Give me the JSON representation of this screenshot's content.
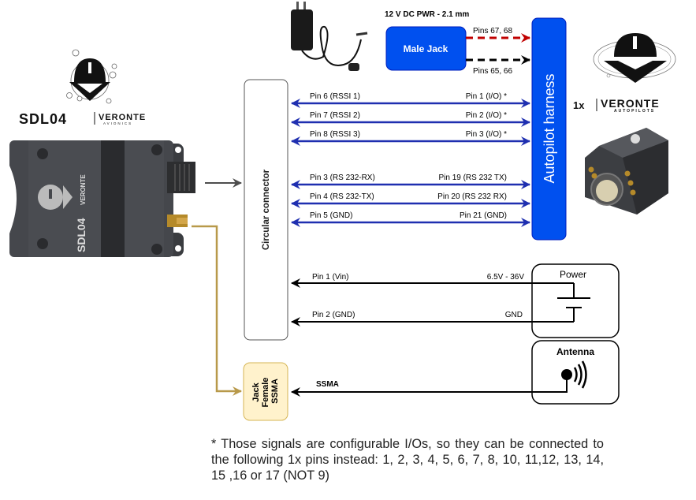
{
  "devices": {
    "sdl04": {
      "brand_name": "SDL04",
      "brand_sub": "VERONTE",
      "brand_sub2": "AVIONICS"
    },
    "autopilot": {
      "brand_prefix": "1x",
      "brand_name": "VERONTE",
      "brand_sub": "AUTOPILOTS"
    }
  },
  "power_supply": {
    "title": "12 V DC PWR - 2.1 mm",
    "jack_label": "Male Jack",
    "pins_positive": "Pins 67, 68",
    "pins_negative": "Pins 65, 66",
    "positive_color": "#c00000",
    "negative_color": "#000000"
  },
  "circular_connector": {
    "label": "Circular connector"
  },
  "autopilot_harness": {
    "label": "Autopilot harness",
    "color": "#0050ef"
  },
  "signal_lines": [
    {
      "left": "Pin 6 (RSSI 1)",
      "right": "Pin 1 (I/O) *"
    },
    {
      "left": "Pin 7 (RSSI 2)",
      "right": "Pin 2 (I/O) *"
    },
    {
      "left": "Pin 8 (RSSI 3)",
      "right": "Pin 3 (I/O) *"
    },
    {
      "left": "Pin 3 (RS 232-RX)",
      "right": "Pin 19 (RS 232 TX)"
    },
    {
      "left": "Pin 4 (RS 232-TX)",
      "right": "Pin 20 (RS 232 RX)"
    },
    {
      "left": "Pin 5 (GND)",
      "right": "Pin 21 (GND)"
    }
  ],
  "signal_color": "#1f2fb0",
  "power": {
    "box_label": "Power",
    "lines": [
      {
        "left": "Pin 1 (Vin)",
        "right": "6.5V - 36V"
      },
      {
        "left": "Pin 2 (GND)",
        "right": "GND"
      }
    ]
  },
  "antenna": {
    "box_label": "Antenna",
    "line_label": "SSMA",
    "jack_lines": [
      "Jack",
      "Female",
      "SSMA"
    ],
    "jack_fill": "#fff2cc",
    "jack_border": "#d6b656",
    "cable_color": "#b8994a"
  },
  "footnote": "* Those signals are configurable I/Os, so they can be connected to the following 1x pins instead: 1, 2, 3, 4, 5, 6, 7, 8, 10, 11,12, 13, 14, 15 ,16 or 17 (NOT 9)"
}
